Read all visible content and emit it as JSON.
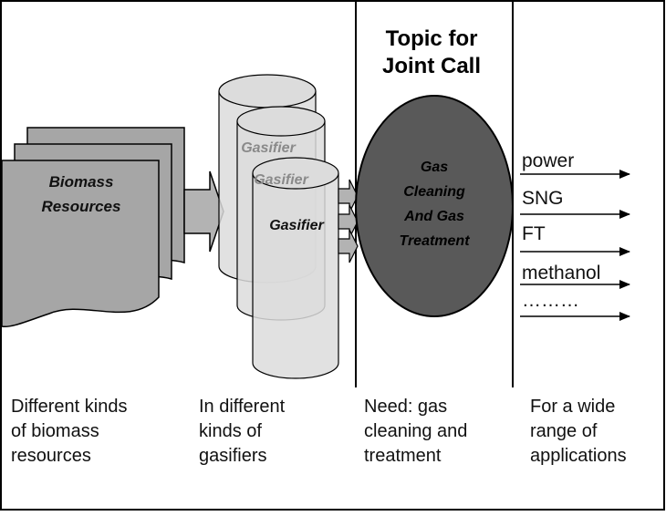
{
  "topic": {
    "line1": "Topic for",
    "line2": "Joint Call"
  },
  "biomass": {
    "line1": "Biomass",
    "line2": "Resources"
  },
  "gasifiers": {
    "back": "Gasifier",
    "middle": "Gasifier",
    "front": "Gasifier"
  },
  "cleaning": {
    "line1": "Gas",
    "line2": "Cleaning",
    "line3": "And Gas",
    "line4": "Treatment"
  },
  "applications": [
    "power",
    "SNG",
    "FT",
    "methanol",
    "………"
  ],
  "captions": {
    "col1": [
      "Different kinds",
      "of biomass",
      "resources"
    ],
    "col2": [
      "In different",
      "kinds of",
      "gasifiers"
    ],
    "col3": [
      "Need: gas",
      "cleaning and",
      "treatment"
    ],
    "col4": [
      "For a wide",
      "range of",
      "applications"
    ]
  },
  "colors": {
    "biomass_fill": "#a6a6a6",
    "cylinder_fill": "#dcdcdc",
    "ellipse_fill": "#595959",
    "arrow_fill": "#b3b3b3",
    "line": "#000000"
  }
}
